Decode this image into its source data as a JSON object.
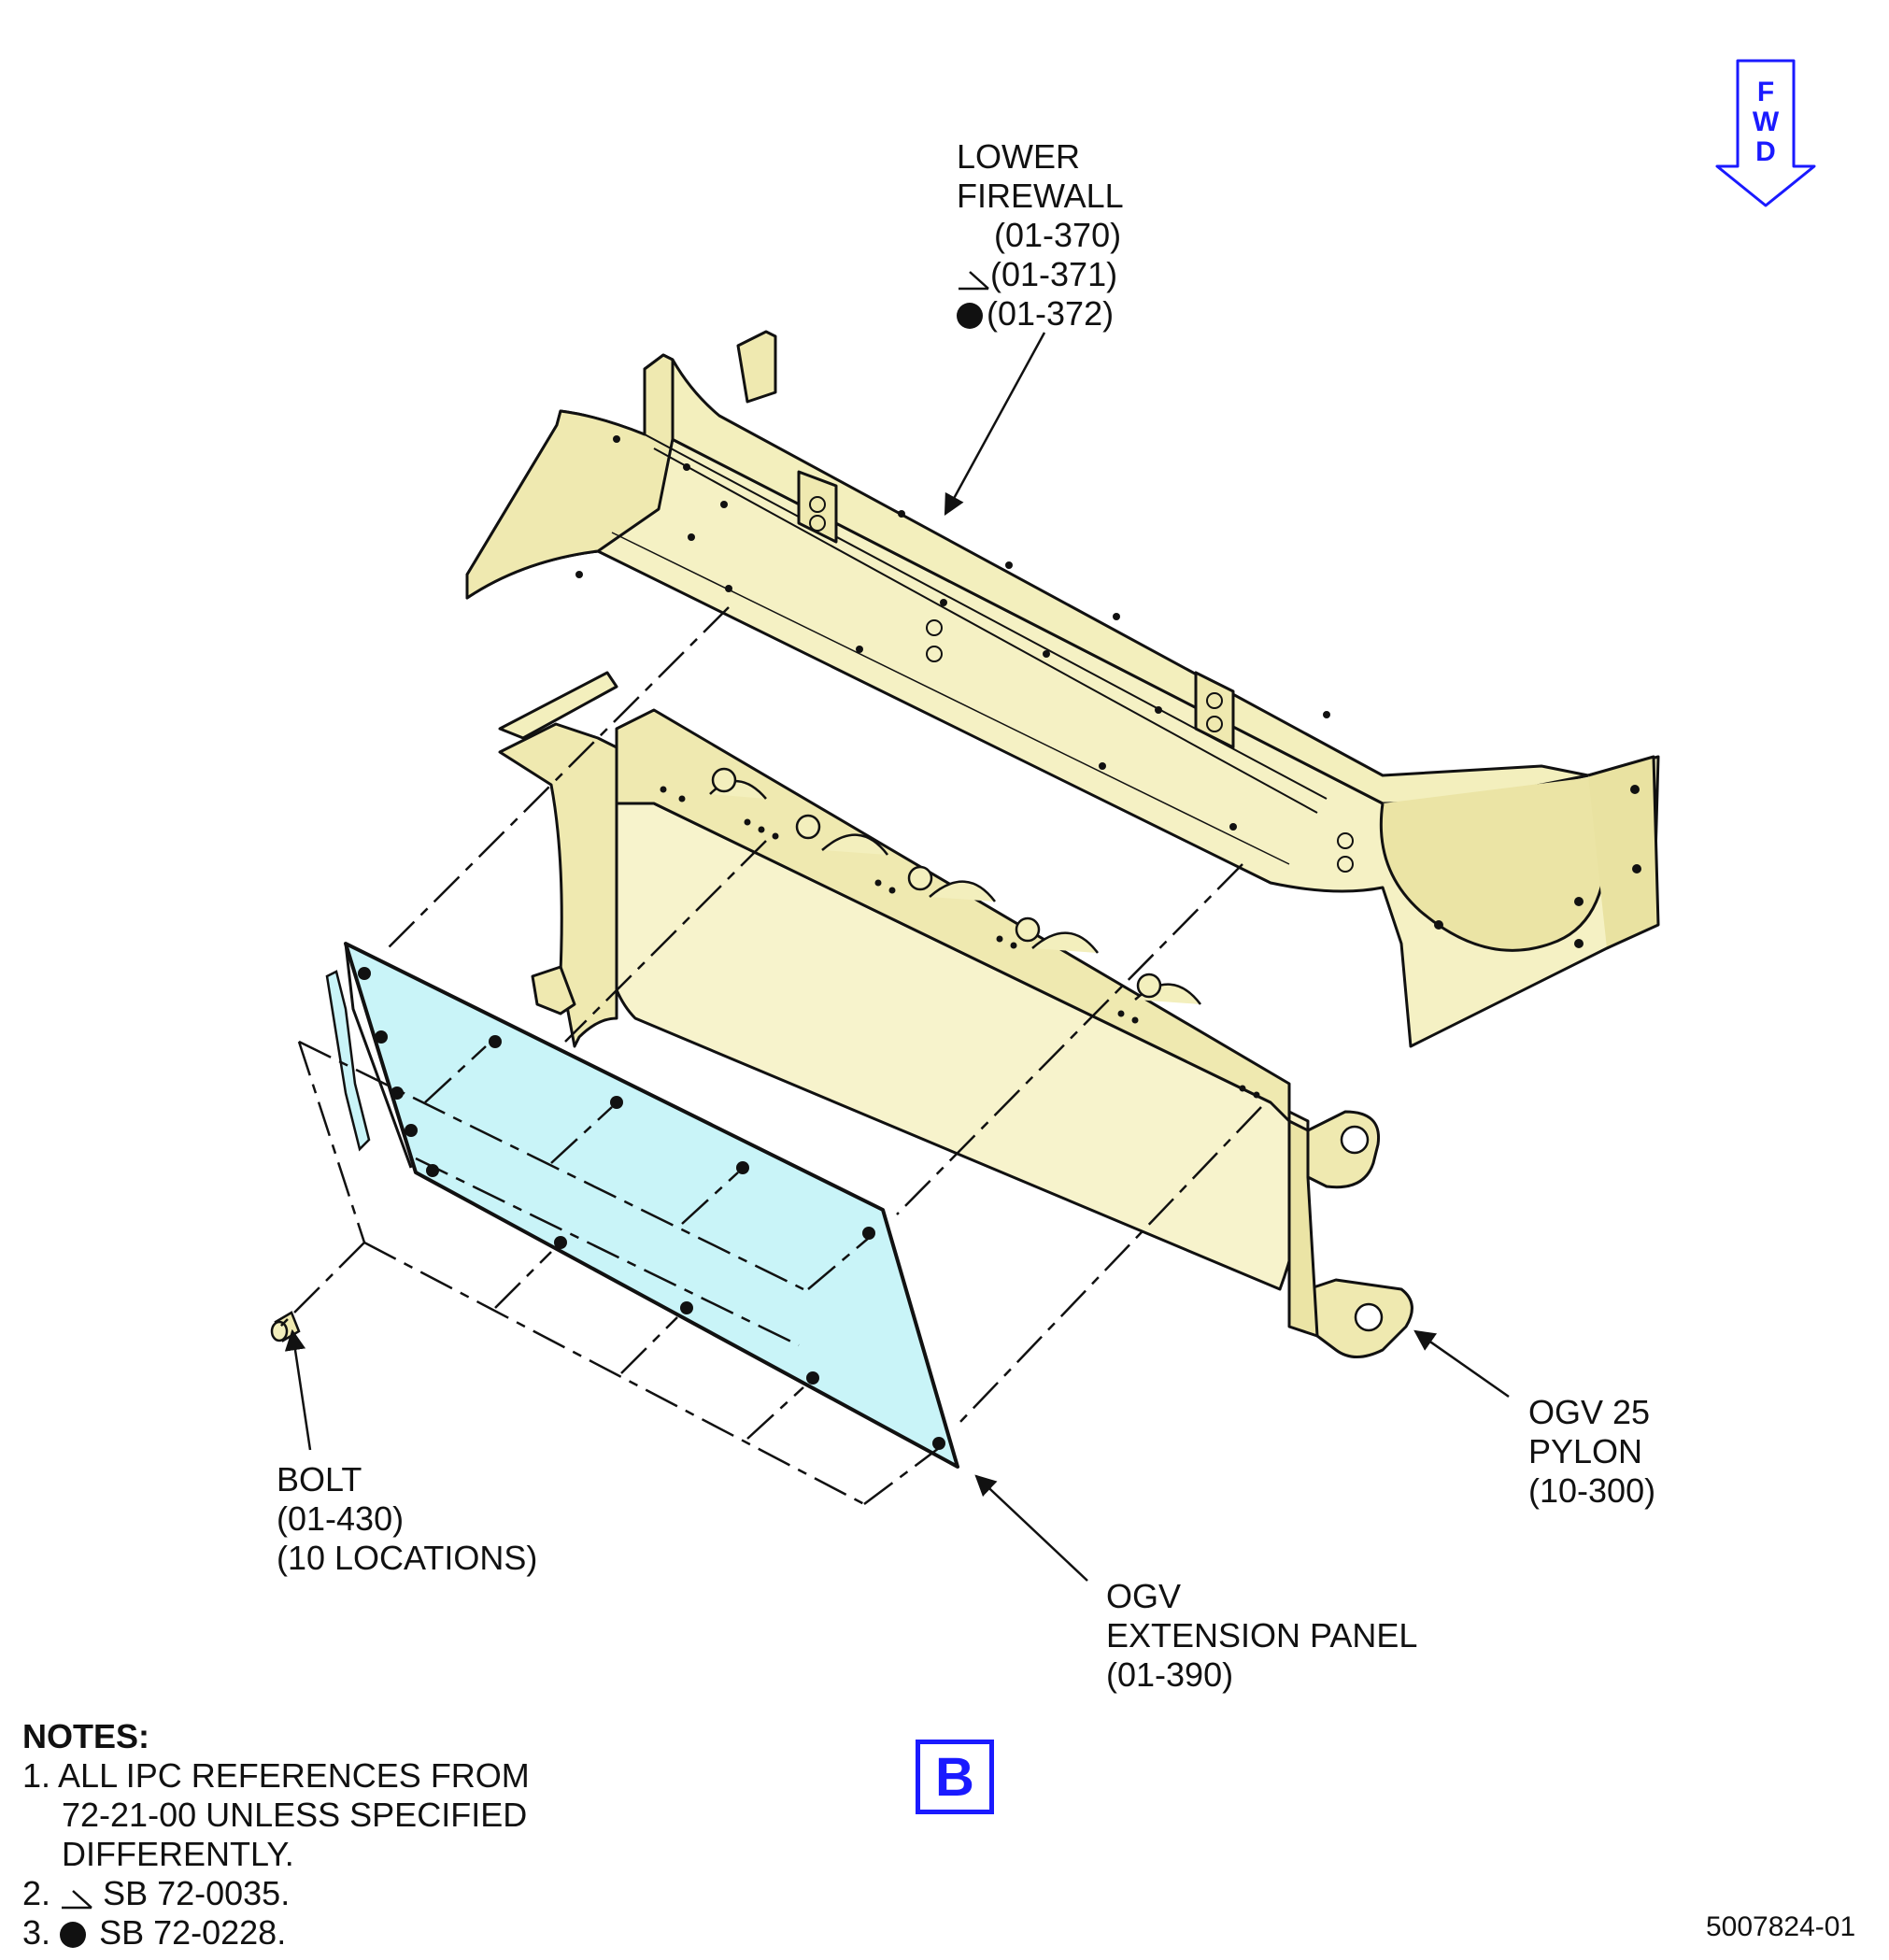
{
  "labels": {
    "lower_firewall": {
      "line1": "LOWER",
      "line2": "FIREWALL",
      "ref1": "(01-370)",
      "ref2": "(01-371)",
      "ref3": "(01-372)"
    },
    "bolt": {
      "line1": "BOLT",
      "line2": "(01-430)",
      "line3": "(10 LOCATIONS)"
    },
    "ogv_extension_panel": {
      "line1": "OGV",
      "line2": "EXTENSION PANEL",
      "line3": "(01-390)"
    },
    "ogv_pylon": {
      "line1": "OGV 25",
      "line2": "PYLON",
      "line3": "(10-300)"
    }
  },
  "fwd": {
    "l1": "F",
    "l2": "W",
    "l3": "D"
  },
  "view_letter": "B",
  "notes": {
    "title": "NOTES:",
    "n1a": "1. ALL IPC REFERENCES FROM",
    "n1b": "72-21-00 UNLESS SPECIFIED",
    "n1c": "DIFFERENTLY.",
    "n2_prefix": "2.",
    "n2_text": "SB 72-0035.",
    "n3_prefix": "3.",
    "n3_text": "SB 72-0228."
  },
  "figure_id": "5007824-01",
  "colors": {
    "firewall_fill": "#f5f1c4",
    "panel_fill": "#c9f4f8",
    "accent_blue": "#1a1aff",
    "line": "#111111"
  }
}
